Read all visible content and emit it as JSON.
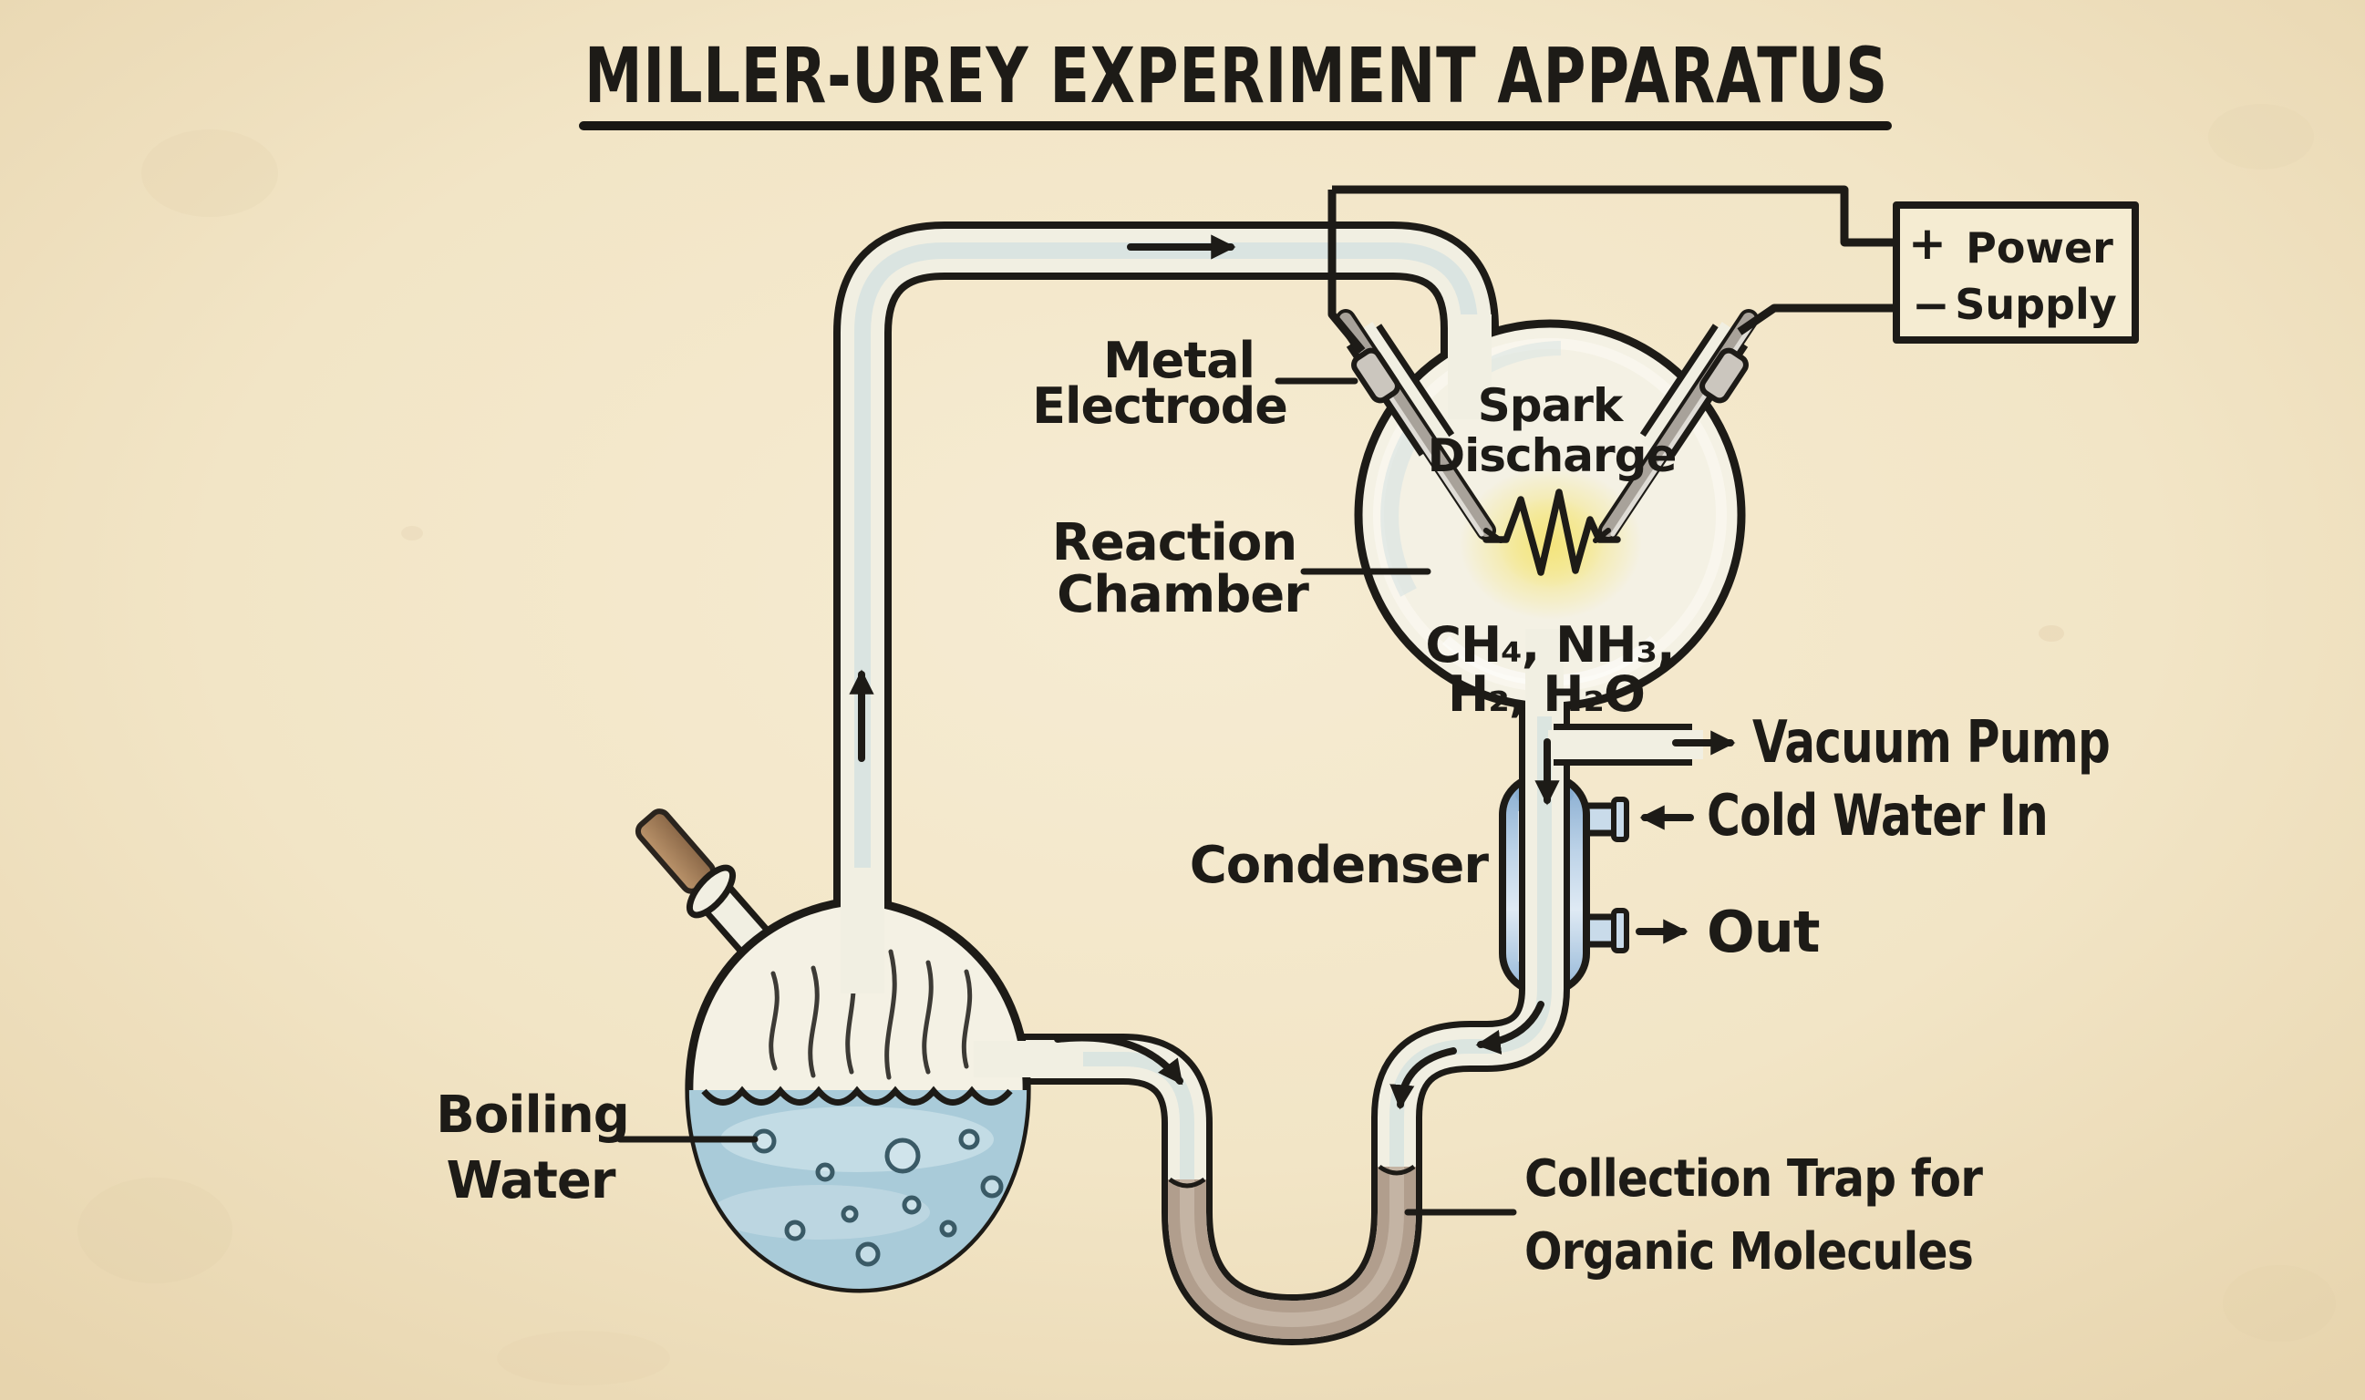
{
  "title": "MILLER-UREY EXPERIMENT APPARATUS",
  "power_supply": {
    "plus": "+",
    "minus": "−",
    "line1": "Power",
    "line2": "Supply"
  },
  "labels": {
    "metal_electrode": {
      "line1": "Metal",
      "line2": "Electrode"
    },
    "spark_discharge": {
      "line1": "Spark",
      "line2": "Discharge"
    },
    "reaction_chamber": {
      "line1": "Reaction",
      "line2": "Chamber"
    },
    "gas_mixture": {
      "line1": "CH₄, NH₃,",
      "line2": "H₂, H₂O"
    },
    "vacuum_pump": "Vacuum Pump",
    "cold_water_in": "Cold Water In",
    "water_out": "Out",
    "condenser": "Condenser",
    "boiling_water": {
      "line1": "Boiling",
      "line2": "Water"
    },
    "collection_trap": {
      "line1": "Collection Trap for",
      "line2": "Organic Molecules"
    }
  },
  "colors": {
    "background": "#f3e7ca",
    "ink": "#1d1b17",
    "glass_fill": "#f1efe2",
    "glass_tint": "#d6e2e0",
    "water": "#a9cbd9",
    "water_highlight": "#cfe2e9",
    "condenser_jacket": "#9cbbd9",
    "spark_glow": "#f4e788",
    "trap_liquid": "#b19e8d",
    "cork": "#a9875f",
    "electrode_metal": "#a8a29a"
  }
}
